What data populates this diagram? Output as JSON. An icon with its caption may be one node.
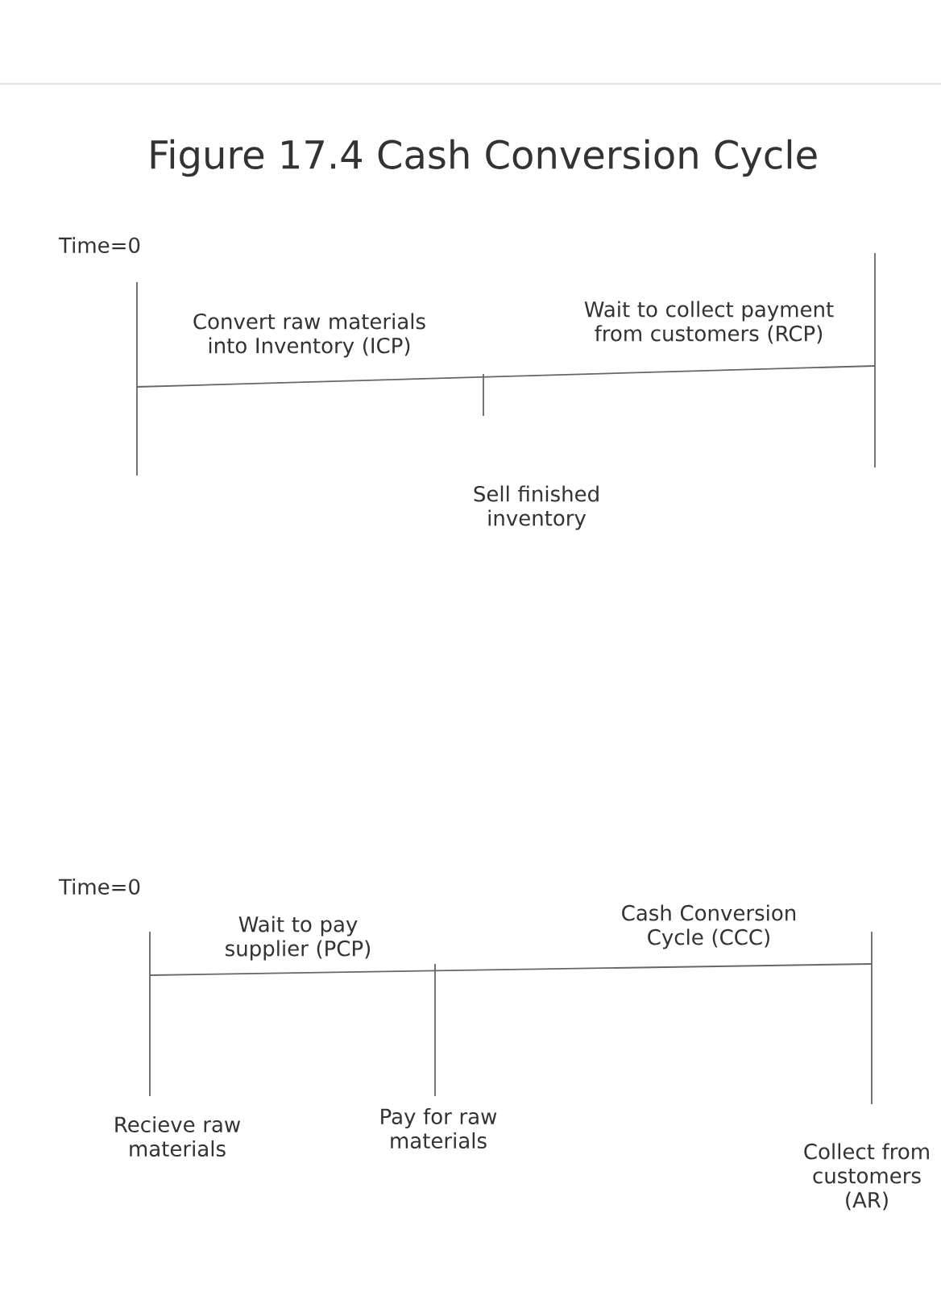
{
  "diagram": {
    "title": "Figure 17.4 Cash Conversion Cycle",
    "labels": [
      "Time=0",
      "Convert raw materials into Inventory (ICP)",
      "Wait to collect payment from customers (RCP)",
      "Sell finished inventory",
      "Time=0",
      "Wait to pay supplier (PCP)",
      "Cash Conversion Cycle (CCC)",
      "Recieve raw materials",
      "Pay for raw materials",
      "Collect from customers (AR)"
    ]
  }
}
